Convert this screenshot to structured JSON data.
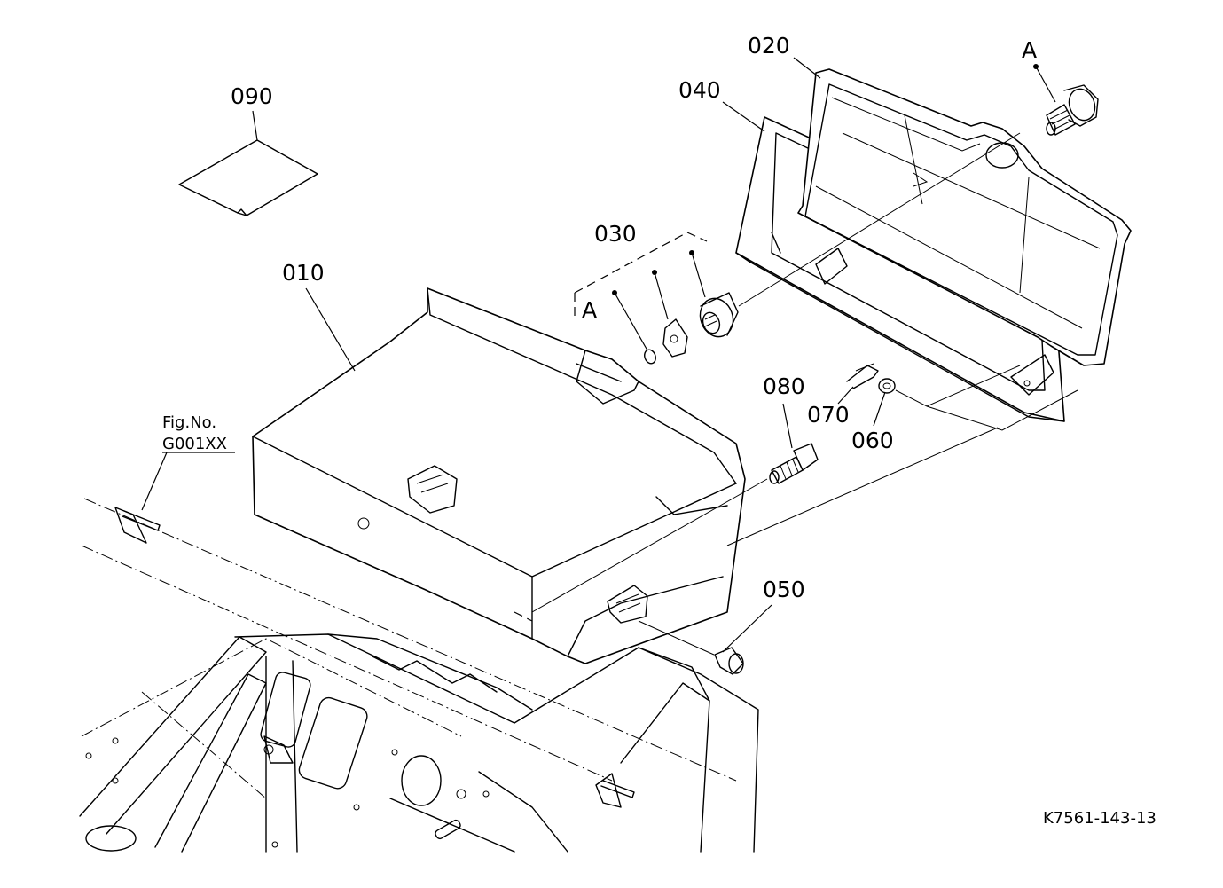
{
  "labels": {
    "p010": "010",
    "p020": "020",
    "p030": "030",
    "p040": "040",
    "p050": "050",
    "p060": "060",
    "p070": "070",
    "p080": "080",
    "p090": "090",
    "ref_a_top": "A",
    "ref_a_group": "A",
    "fig_no": "Fig.No.",
    "fig_code": "G001XX",
    "drawing_code": "K7561-143-13"
  }
}
